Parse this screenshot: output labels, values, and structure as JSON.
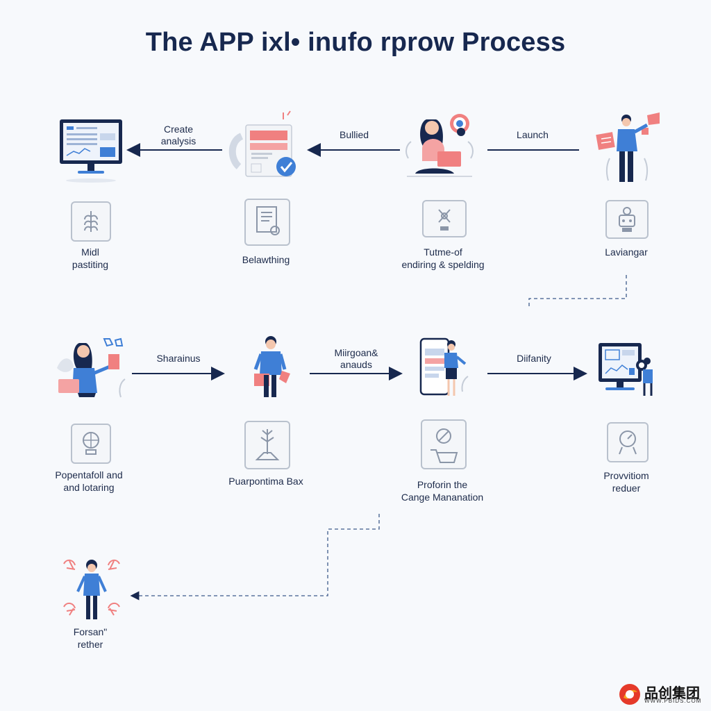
{
  "title": "The APP ixl• inufo rprow Process",
  "arrows": {
    "a1": "Create\nanalysis",
    "a2": "Bullied",
    "a3": "Launch",
    "a4": "Sharainus",
    "a5": "Miirgoan&\nanauds",
    "a6": "Diifanity"
  },
  "steps": {
    "s1": "Midl\npastiting",
    "s2": "Belawthing",
    "s3": "Tutme-of\nendiring & spelding",
    "s4": "Laviangar",
    "s5": "Popentafoll and\nand lotaring",
    "s6": "Puarpontima Bax",
    "s7": "Proforin the\nCange Mananation",
    "s8": "Provvitiom\nreduer",
    "s9": "Forsan\"\nrether"
  },
  "logo": {
    "name": "品创集团",
    "url_text": "WWW.PBIDS.COM"
  },
  "colors": {
    "navy": "#17284f",
    "blue": "#3f7fd6",
    "coral": "#f08080",
    "gray": "#b9c1cd"
  }
}
